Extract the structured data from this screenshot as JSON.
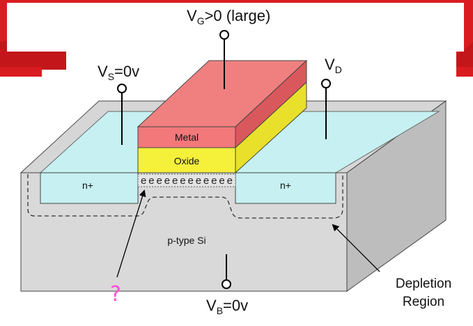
{
  "colors": {
    "banner": "#d91c20",
    "banner_stripe": "#b31217",
    "metal_top": "#f08080",
    "metal_front": "#f2787a",
    "metal_side": "#d9585c",
    "oxide_front": "#f5f03a",
    "oxide_side": "#e8e02a",
    "n_region": "#c6f0f2",
    "substrate": "#d6d6d6",
    "substrate_front": "#d9d9d9",
    "substrate_side": "#bdbdbd",
    "question": "#ff4fd8"
  },
  "labels": {
    "vg_main": "V",
    "vg_sub": "G",
    "vg_rest": ">0 (large)",
    "vs_main": "V",
    "vs_sub": "S",
    "vs_rest": "=0v",
    "vd_main": "V",
    "vd_sub": "D",
    "vb_main": "V",
    "vb_sub": "B",
    "vb_rest": "=0v",
    "metal": "Metal",
    "oxide": "Oxide",
    "source_region": "n+",
    "drain_region": "n+",
    "substrate": "p-type Si",
    "electrons": "e e e e e e e e e e e e",
    "depletion_line1": "Depletion",
    "depletion_line2": "Region",
    "question_mark": "?"
  },
  "icons": {
    "terminal": "terminal-circle-icon",
    "arrow": "arrow-icon"
  }
}
